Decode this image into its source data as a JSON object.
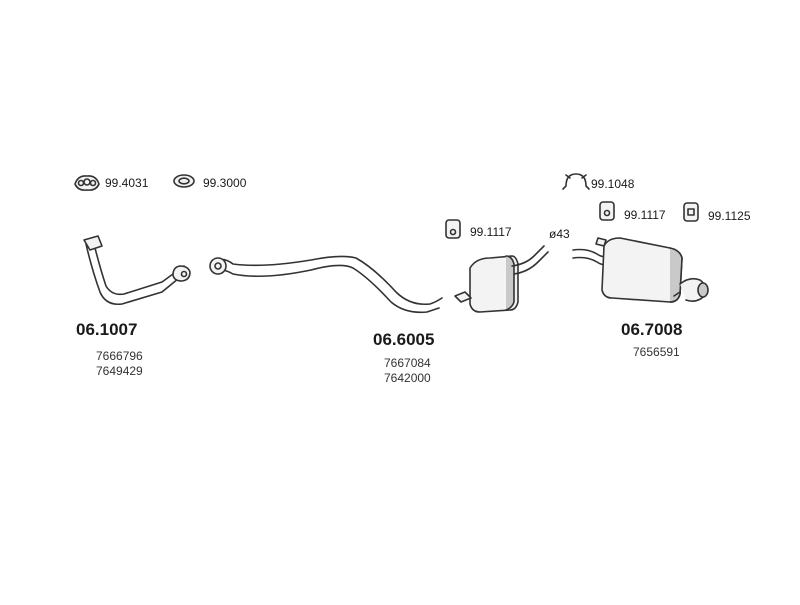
{
  "parts": {
    "front_pipe": {
      "code": "06.1007",
      "refs": [
        "7666796",
        "7649429"
      ]
    },
    "middle_silencer": {
      "code": "06.6005",
      "refs": [
        "7667084",
        "7642000"
      ]
    },
    "rear_silencer": {
      "code": "06.7008",
      "refs": [
        "7656591"
      ]
    }
  },
  "accessories": {
    "gasket_a": "99.4031",
    "ring_b": "99.3000",
    "clamp_c": "99.1048",
    "hanger_mid": "99.1117",
    "hanger_rear": "99.1117",
    "hanger_rear_b": "99.1125"
  },
  "dimensions": {
    "diameter": "ø43"
  },
  "colors": {
    "line": "#333333",
    "fill": "#f3f3f3",
    "shade": "#c9c9c9"
  }
}
